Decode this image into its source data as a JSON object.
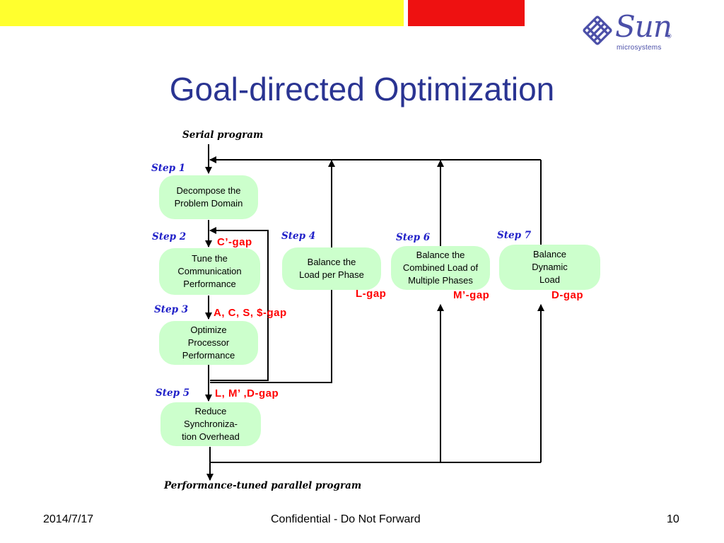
{
  "colors": {
    "bar_yellow": "#ffff2e",
    "bar_red": "#ee1111",
    "title": "#2a3492",
    "logo": "#4b4fa8",
    "step": "#1f1fc8",
    "gap": "#ff0000",
    "box_fill": "#ccffcc"
  },
  "logo": {
    "word": "Sun",
    "sub": "microsystems",
    "reg": "®",
    "icon": "sun-logo-icon"
  },
  "title": "Goal-directed Optimization",
  "diagram": {
    "start_label": "Serial program",
    "end_label": "Performance-tuned parallel program",
    "steps": [
      "Step 1",
      "Step 2",
      "Step 3",
      "Step 4",
      "Step 5",
      "Step 6",
      "Step 7"
    ],
    "boxes": {
      "decompose": "Decompose the\nProblem Domain",
      "tune": "Tune the\nCommunication\nPerformance",
      "optimize": "Optimize\nProcessor\nPerformance",
      "reduce": "Reduce\nSynchroniza-\ntion Overhead",
      "balance_phase": "Balance the\nLoad per Phase",
      "balance_combined": "Balance the\nCombined Load of\nMultiple Phases",
      "balance_dynamic": "Balance\nDynamic\nLoad"
    },
    "gaps": {
      "c_prime": "C’-gap",
      "acs": "A, C, S, $-gap",
      "lmd": "L, M’ ,D-gap",
      "l": "L-gap",
      "m_prime": "M’-gap",
      "d": "D-gap"
    }
  },
  "footer": {
    "date": "2014/7/17",
    "center": "Confidential - Do Not Forward",
    "page": "10"
  }
}
